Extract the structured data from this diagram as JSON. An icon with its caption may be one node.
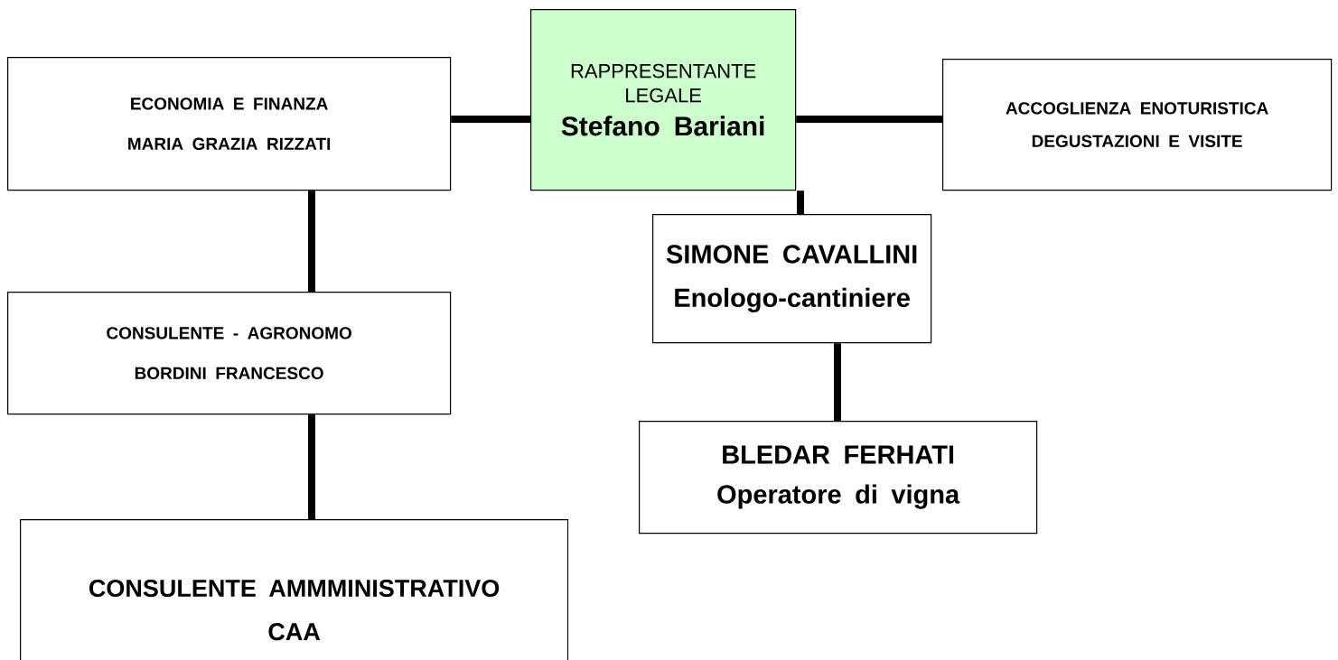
{
  "diagram": {
    "nodes": [
      {
        "text": [
          "RAPPRESENTANTE LEGALE",
          "Stefano Bariani"
        ]
      },
      {
        "text": [
          "ECONOMIA E FINANZA",
          "MARIA GRAZIA RIZZATI"
        ]
      },
      {
        "text": [
          "ACCOGLIENZA ENOTURISTICA",
          "DEGUSTAZIONI E VISITE"
        ]
      },
      {
        "text": [
          "SIMONE CAVALLINI",
          "Enologo-cantiniere"
        ]
      },
      {
        "text": [
          "CONSULENTE - AGRONOMO",
          "BORDINI FRANCESCO"
        ]
      },
      {
        "text": [
          "BLEDAR FERHATI",
          "Operatore di vigna"
        ]
      },
      {
        "text": [
          "CONSULENTE AMMMINISTRATIVO",
          "CAA"
        ]
      }
    ],
    "edges": [
      {
        "from": 1,
        "to": 0,
        "arrow": "none"
      },
      {
        "from": 0,
        "to": 2,
        "arrow": "none"
      },
      {
        "from": 0,
        "to": 3,
        "arrow": "none"
      },
      {
        "from": 1,
        "to": 4,
        "arrow": "none"
      },
      {
        "from": 4,
        "to": 6,
        "arrow": "none"
      },
      {
        "from": 3,
        "to": 5,
        "arrow": "none"
      }
    ]
  }
}
